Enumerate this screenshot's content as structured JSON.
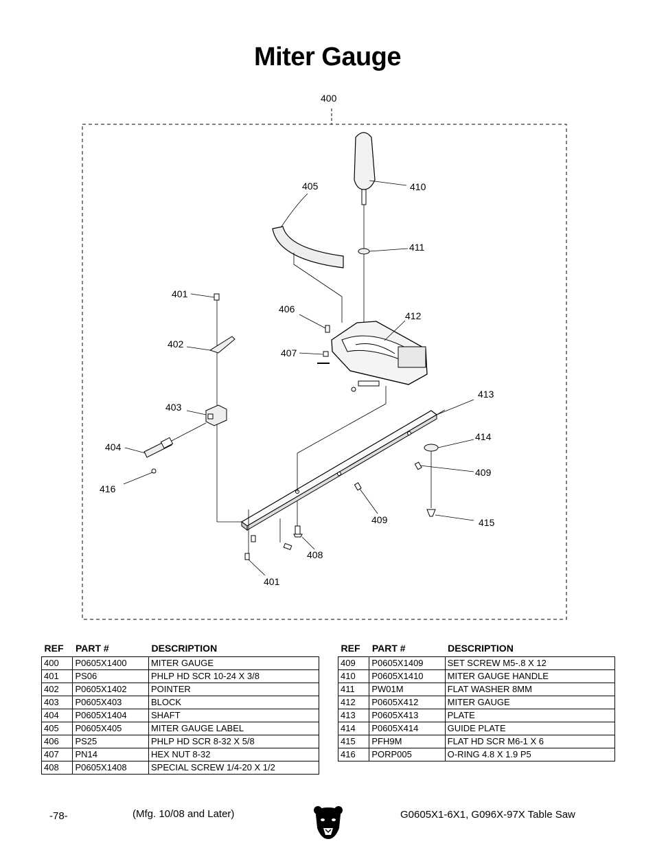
{
  "title": "Miter Gauge",
  "callouts": {
    "c400": "400",
    "c410": "410",
    "c405": "405",
    "c411": "411",
    "c401a": "401",
    "c406": "406",
    "c412": "412",
    "c402": "402",
    "c407": "407",
    "c403": "403",
    "c413": "413",
    "c414": "414",
    "c404": "404",
    "c409a": "409",
    "c416": "416",
    "c409b": "409",
    "c415": "415",
    "c408": "408",
    "c401b": "401"
  },
  "table_headers": {
    "ref": "REF",
    "part": "PART #",
    "desc": "DESCRIPTION"
  },
  "parts_left": [
    {
      "ref": "400",
      "part": "P0605X1400",
      "desc": "MITER GAUGE"
    },
    {
      "ref": "401",
      "part": "PS06",
      "desc": "PHLP HD SCR 10-24 X 3/8"
    },
    {
      "ref": "402",
      "part": "P0605X1402",
      "desc": "POINTER"
    },
    {
      "ref": "403",
      "part": "P0605X403",
      "desc": "BLOCK"
    },
    {
      "ref": "404",
      "part": "P0605X1404",
      "desc": "SHAFT"
    },
    {
      "ref": "405",
      "part": "P0605X405",
      "desc": "MITER GAUGE LABEL"
    },
    {
      "ref": "406",
      "part": "PS25",
      "desc": "PHLP HD SCR 8-32 X 5/8"
    },
    {
      "ref": "407",
      "part": "PN14",
      "desc": "HEX NUT 8-32"
    },
    {
      "ref": "408",
      "part": "P0605X1408",
      "desc": "SPECIAL SCREW 1/4-20 X 1/2"
    }
  ],
  "parts_right": [
    {
      "ref": "409",
      "part": "P0605X1409",
      "desc": "SET SCREW M5-.8 X 12"
    },
    {
      "ref": "410",
      "part": "P0605X1410",
      "desc": "MITER GAUGE HANDLE"
    },
    {
      "ref": "411",
      "part": "PW01M",
      "desc": "FLAT WASHER 8MM"
    },
    {
      "ref": "412",
      "part": "P0605X412",
      "desc": "MITER GAUGE"
    },
    {
      "ref": "413",
      "part": "P0605X413",
      "desc": "PLATE"
    },
    {
      "ref": "414",
      "part": "P0605X414",
      "desc": "GUIDE PLATE"
    },
    {
      "ref": "415",
      "part": "PFH9M",
      "desc": "FLAT HD SCR M6-1 X 6"
    },
    {
      "ref": "416",
      "part": "PORP005",
      "desc": "O-RING 4.8 X 1.9 P5"
    }
  ],
  "footer": {
    "page": "-78-",
    "mfg": "(Mfg. 10/08 and Later)",
    "model": "G0605X1-6X1, G096X-97X Table Saw"
  },
  "logo_icon": "bear-head-icon"
}
